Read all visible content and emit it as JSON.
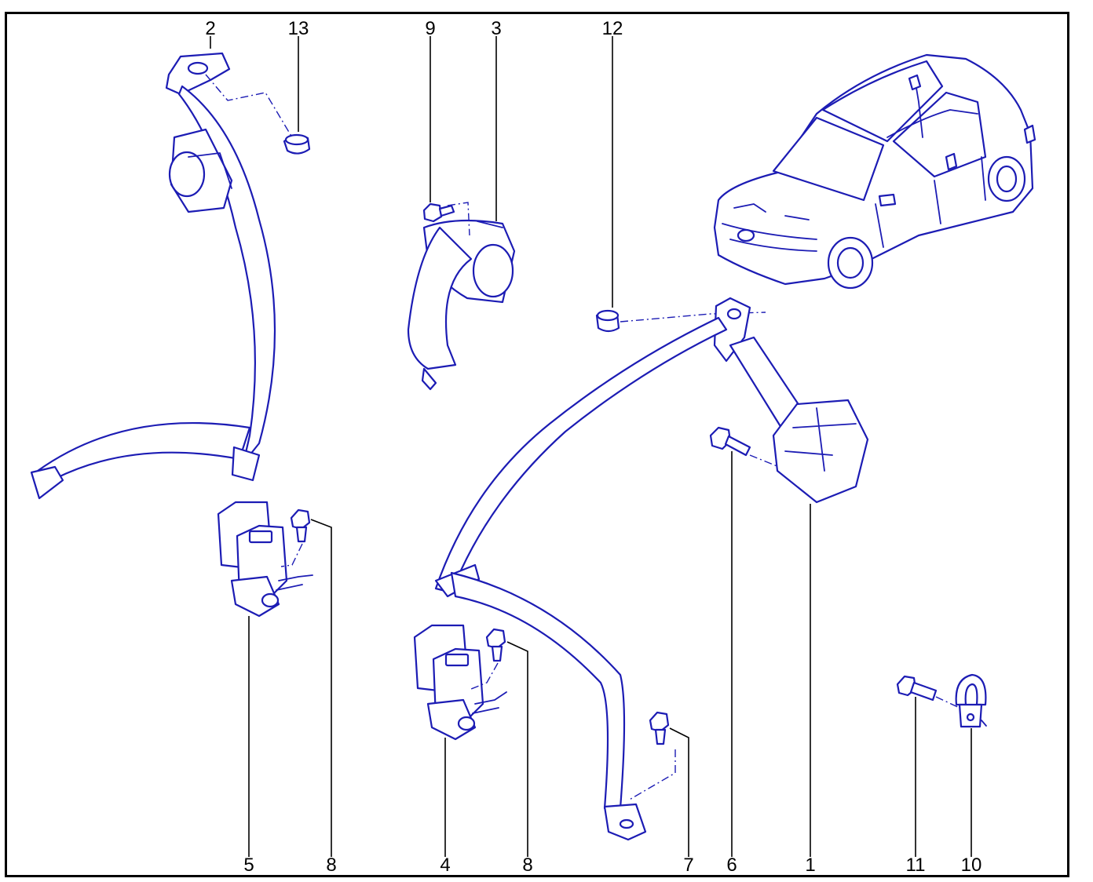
{
  "diagram": {
    "callouts": [
      {
        "id": "2",
        "label": "2"
      },
      {
        "id": "13",
        "label": "13"
      },
      {
        "id": "9",
        "label": "9"
      },
      {
        "id": "3",
        "label": "3"
      },
      {
        "id": "12",
        "label": "12"
      },
      {
        "id": "5",
        "label": "5"
      },
      {
        "id": "8a",
        "label": "8"
      },
      {
        "id": "4",
        "label": "4"
      },
      {
        "id": "8b",
        "label": "8"
      },
      {
        "id": "7",
        "label": "7"
      },
      {
        "id": "6",
        "label": "6"
      },
      {
        "id": "1",
        "label": "1"
      },
      {
        "id": "11",
        "label": "11"
      },
      {
        "id": "10",
        "label": "10"
      }
    ],
    "colors": {
      "drawing": "#1c1cb4",
      "labels": "#000000",
      "frame": "#000000"
    }
  }
}
